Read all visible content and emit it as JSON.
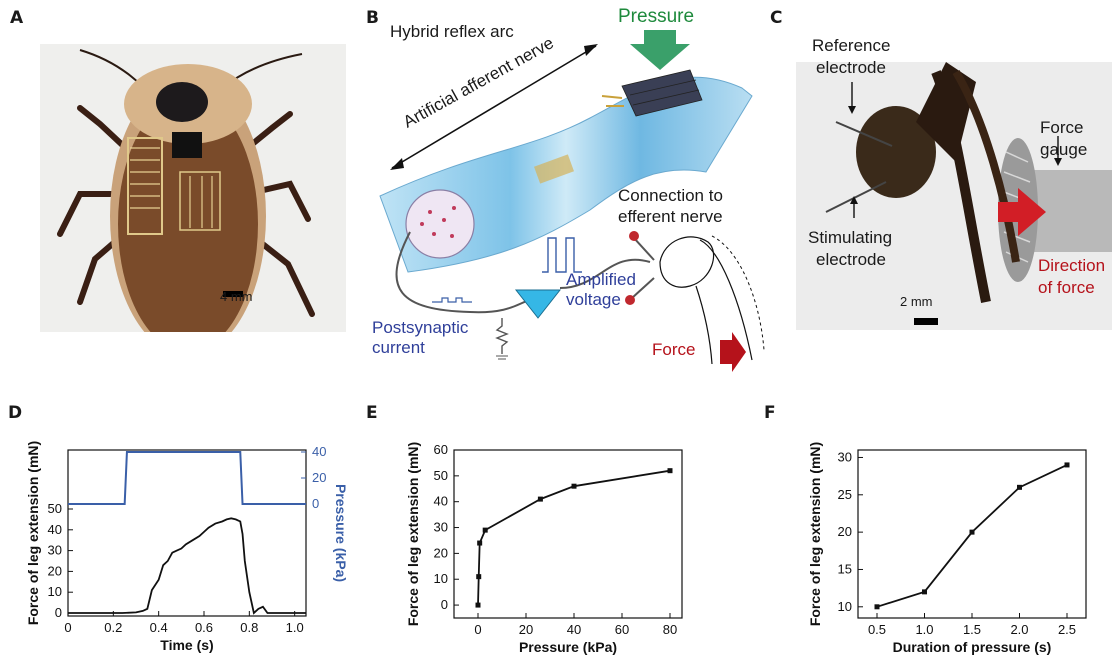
{
  "panels": {
    "a": "A",
    "b": "B",
    "c": "C",
    "d": "D",
    "e": "E",
    "f": "F"
  },
  "panelA": {
    "scale_text": "4 mm"
  },
  "panelB": {
    "title": "Hybrid reflex arc",
    "pressure": "Pressure",
    "nerve": "Artificial afferent nerve",
    "connection_1": "Connection to",
    "connection_2": "efferent nerve",
    "amplified_1": "Amplified",
    "amplified_2": "voltage",
    "postsyn_1": "Postsynaptic",
    "postsyn_2": "current",
    "force": "Force"
  },
  "panelC": {
    "ref_1": "Reference",
    "ref_2": "electrode",
    "gauge_1": "Force",
    "gauge_2": "gauge",
    "stim_1": "Stimulating",
    "stim_2": "electrode",
    "dir_1": "Direction",
    "dir_2": "of force",
    "scale_text": "2 mm"
  },
  "colors": {
    "pressure_green": "#1e8a3c",
    "force_red": "#b5121b",
    "label_blue": "#2f3f9a",
    "series_blue": "#3a5fa8"
  },
  "chart_data": [
    {
      "type": "line",
      "panel": "D",
      "xlabel": "Time (s)",
      "ylabel": "Force of leg extension (mN)",
      "ylabel2": "Pressure (kPa)",
      "xlim": [
        0,
        1.05
      ],
      "xticks": [
        "0",
        "0.2",
        "0.4",
        "0.6",
        "0.8",
        "1.0"
      ],
      "yticks_force": [
        "0",
        "10",
        "20",
        "30",
        "40",
        "50"
      ],
      "yticks_pressure": [
        "0",
        "20",
        "40"
      ],
      "series": [
        {
          "axis": "pressure",
          "x": [
            0,
            0.25,
            0.26,
            0.76,
            0.77,
            1.05
          ],
          "y": [
            0,
            0,
            40,
            40,
            0,
            0
          ]
        },
        {
          "axis": "force",
          "x": [
            0,
            0.24,
            0.3,
            0.33,
            0.35,
            0.37,
            0.4,
            0.42,
            0.44,
            0.46,
            0.48,
            0.5,
            0.52,
            0.55,
            0.58,
            0.6,
            0.62,
            0.65,
            0.68,
            0.7,
            0.72,
            0.74,
            0.76,
            0.77,
            0.78,
            0.8,
            0.82,
            0.84,
            0.86,
            0.88,
            0.9,
            1.05
          ],
          "y": [
            0,
            0,
            0.3,
            1,
            2,
            11,
            16,
            23,
            25,
            29,
            30,
            31,
            33,
            35,
            37,
            39,
            41,
            43,
            44,
            45,
            45.5,
            45,
            44,
            38,
            25,
            10,
            0,
            2,
            3,
            0,
            0,
            0
          ]
        }
      ]
    },
    {
      "type": "line",
      "panel": "E",
      "xlabel": "Pressure (kPa)",
      "ylabel": "Force of leg extension (mN)",
      "xlim": [
        -10,
        85
      ],
      "ylim": [
        -5,
        60
      ],
      "xticks": [
        "0",
        "20",
        "40",
        "60",
        "80"
      ],
      "yticks": [
        "0",
        "10",
        "20",
        "30",
        "40",
        "50",
        "60"
      ],
      "x": [
        0,
        0.3,
        0.7,
        3,
        26,
        40,
        80
      ],
      "y": [
        0,
        11,
        24,
        29,
        41,
        46,
        52
      ]
    },
    {
      "type": "line",
      "panel": "F",
      "xlabel": "Duration of pressure (s)",
      "ylabel": "Force of leg extension (mN)",
      "xlim": [
        0.3,
        2.7
      ],
      "ylim": [
        8.5,
        31
      ],
      "xticks": [
        "0.5",
        "1.0",
        "1.5",
        "2.0",
        "2.5"
      ],
      "yticks": [
        "10",
        "15",
        "20",
        "25",
        "30"
      ],
      "x": [
        0.5,
        1.0,
        1.5,
        2.0,
        2.5
      ],
      "y": [
        10,
        12,
        20,
        26,
        29
      ]
    }
  ]
}
